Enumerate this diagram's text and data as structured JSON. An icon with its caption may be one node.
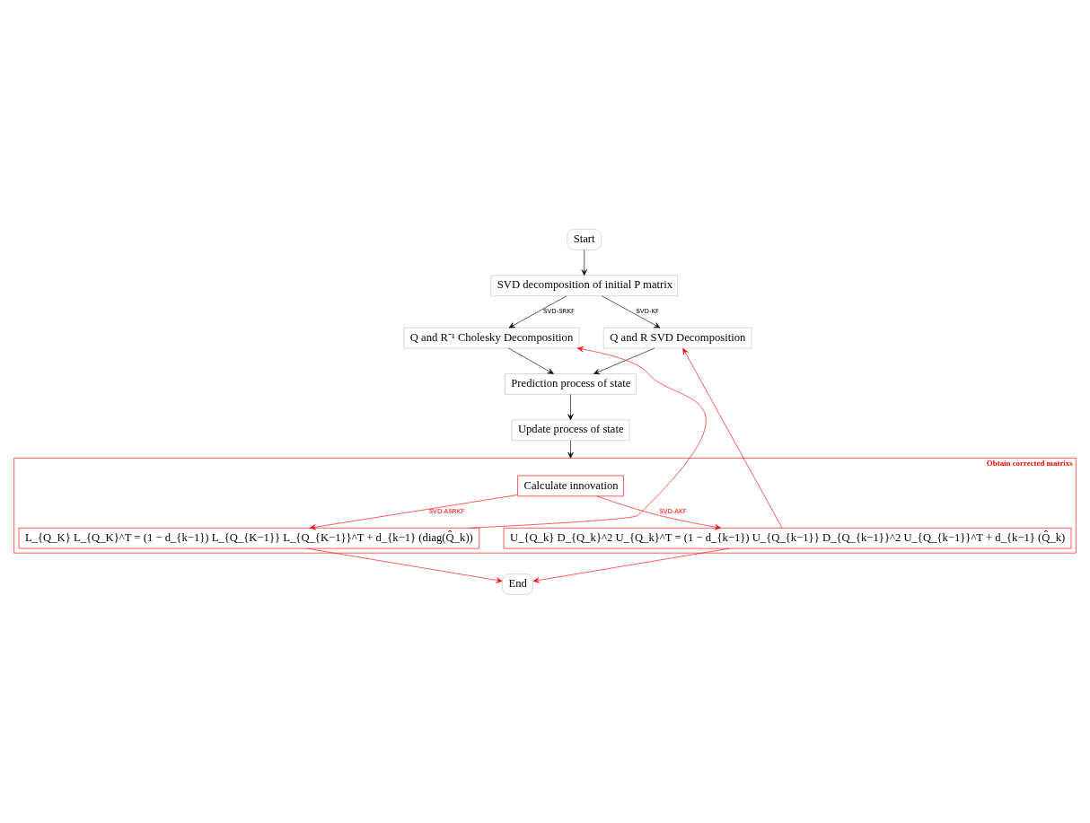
{
  "diagram": {
    "nodes": [
      {
        "text": [
          "Start"
        ]
      },
      {
        "text": [
          "SVD decomposition of initial P matrix"
        ]
      },
      {
        "text": [
          "Q and R⁻¹ Cholesky Decomposition"
        ]
      },
      {
        "text": [
          "Q and R SVD Decomposition"
        ]
      },
      {
        "text": [
          "Prediction process of state"
        ]
      },
      {
        "text": [
          "Update process of state"
        ]
      },
      {
        "text": [
          "Obtain corrected matrixs"
        ]
      },
      {
        "text": [
          "Calculate innovation"
        ],
        "in": 6
      },
      {
        "text": [
          "L_{Q_K} L_{Q_K}^T = (1 − d_{k−1}) L_{Q_{K−1}} L_{Q_{K−1}}^T + d_{k−1} (diag(Q̂_k))"
        ],
        "in": 6
      },
      {
        "text": [
          "U_{Q_k} D_{Q_k}^2 U_{Q_k}^T = (1 − d_{k−1}) U_{Q_{k−1}} D_{Q_{k−1}}^2 U_{Q_{k−1}}^T + d_{k−1} (Q̂_k)"
        ],
        "in": 6
      },
      {
        "text": [
          "End"
        ]
      }
    ],
    "edges": [
      {
        "from": 0,
        "to": 1,
        "arrow": "to"
      },
      {
        "from": 1,
        "to": 2,
        "arrow": "to",
        "label": "SVD-SRKF"
      },
      {
        "from": 1,
        "to": 3,
        "arrow": "to",
        "label": "SVD-KF"
      },
      {
        "from": 2,
        "to": 4,
        "arrow": "to"
      },
      {
        "from": 3,
        "to": 4,
        "arrow": "to"
      },
      {
        "from": 4,
        "to": 5,
        "arrow": "to"
      },
      {
        "from": 5,
        "to": 6,
        "arrow": "to"
      },
      {
        "from": 7,
        "to": 8,
        "arrow": "to",
        "label": "SVD-ASRKF",
        "color": "#ff0000"
      },
      {
        "from": 7,
        "to": 9,
        "arrow": "to",
        "label": "SVD-AKF",
        "color": "#ff0000"
      },
      {
        "from": 8,
        "to": 2,
        "arrow": "to",
        "color": "#ff0000"
      },
      {
        "from": 9,
        "to": 3,
        "arrow": "to",
        "color": "#ff0000"
      },
      {
        "from": 8,
        "to": 10,
        "arrow": "to",
        "color": "#ff0000"
      },
      {
        "from": 9,
        "to": 10,
        "arrow": "to",
        "color": "#ff0000"
      }
    ]
  }
}
